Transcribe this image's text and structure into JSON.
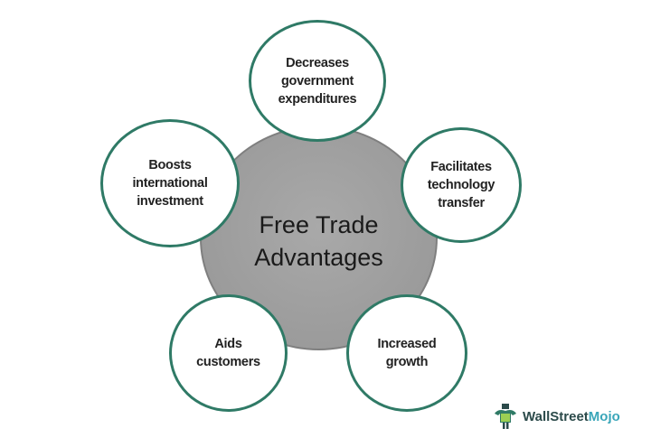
{
  "center": {
    "line1": "Free Trade",
    "line2": "Advantages"
  },
  "nodes": [
    {
      "lines": [
        "Decreases",
        "government",
        "expenditures"
      ]
    },
    {
      "lines": [
        "Boosts",
        "international",
        "investment"
      ]
    },
    {
      "lines": [
        "Facilitates",
        "technology",
        "transfer"
      ]
    },
    {
      "lines": [
        "Aids",
        "customers"
      ]
    },
    {
      "lines": [
        "Increased",
        "growth"
      ]
    }
  ],
  "logo": {
    "part1": "WallStreet",
    "part2": "Mojo"
  },
  "colors": {
    "ring": "#2f7a66",
    "center": "#a0a0a0"
  }
}
